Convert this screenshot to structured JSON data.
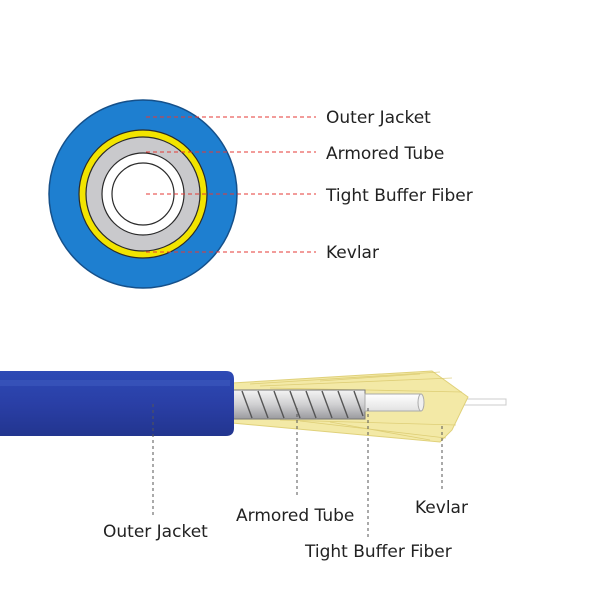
{
  "cross_section": {
    "labels": {
      "outer_jacket": "Outer Jacket",
      "armored_tube": "Armored Tube",
      "tight_buffer_fiber": "Tight Buffer Fiber",
      "kevlar": "Kevlar"
    }
  },
  "side_view": {
    "labels": {
      "outer_jacket": "Outer Jacket",
      "armored_tube": "Armored Tube",
      "tight_buffer_fiber": "Tight Buffer Fiber",
      "kevlar": "Kevlar"
    }
  },
  "colors": {
    "jacket": "#1e7fd0",
    "jacket_side": "#2a43a8",
    "kevlar_ring": "#f2e400",
    "tube": "#c9c9cc",
    "fiber": "#ffffff",
    "kevlar_side": "#f3e9a6",
    "leader_red": "#e53935",
    "leader_dark": "#555555",
    "text": "#222222"
  }
}
